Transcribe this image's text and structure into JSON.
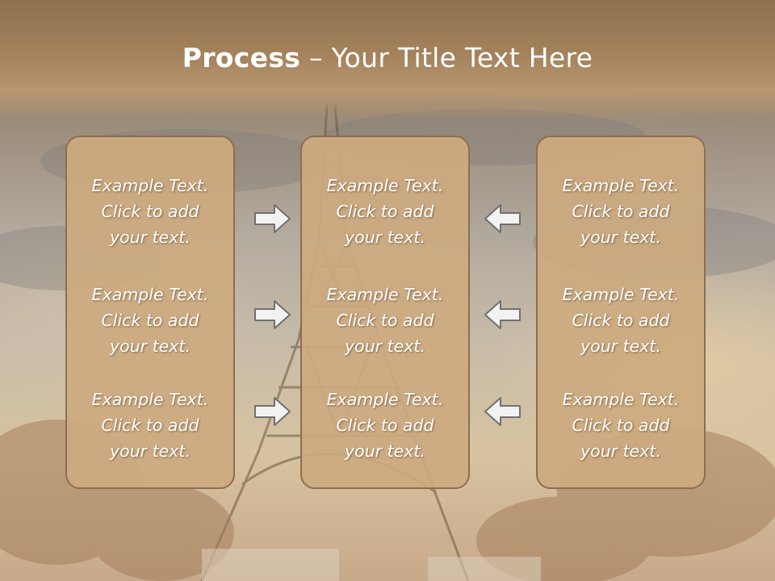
{
  "title": {
    "bold": "Process",
    "rest": " – Your Title Text Here"
  },
  "panels": [
    {
      "items": [
        {
          "line1": "Example Text.",
          "line2": "Click  to add",
          "line3": "your text."
        },
        {
          "line1": "Example Text.",
          "line2": "Click  to add",
          "line3": "your text."
        },
        {
          "line1": "Example Text.",
          "line2": "Click  to add",
          "line3": "your text."
        }
      ]
    },
    {
      "items": [
        {
          "line1": "Example Text.",
          "line2": "Click  to add",
          "line3": "your text."
        },
        {
          "line1": "Example Text.",
          "line2": "Click  to add",
          "line3": "your text."
        },
        {
          "line1": "Example Text.",
          "line2": "Click  to add",
          "line3": "your text."
        }
      ]
    },
    {
      "items": [
        {
          "line1": "Example Text.",
          "line2": "Click  to add",
          "line3": "your text."
        },
        {
          "line1": "Example Text.",
          "line2": "Click  to add",
          "line3": "your text."
        },
        {
          "line1": "Example Text.",
          "line2": "Click  to add",
          "line3": "your text."
        }
      ]
    }
  ],
  "arrows": {
    "left_column": "arrow-right-icon",
    "right_column": "arrow-left-icon"
  },
  "colors": {
    "title_band": "#a4825c",
    "panel_fill": "#cdaa80",
    "panel_border": "#8c6f50",
    "text": "#ffffff"
  }
}
